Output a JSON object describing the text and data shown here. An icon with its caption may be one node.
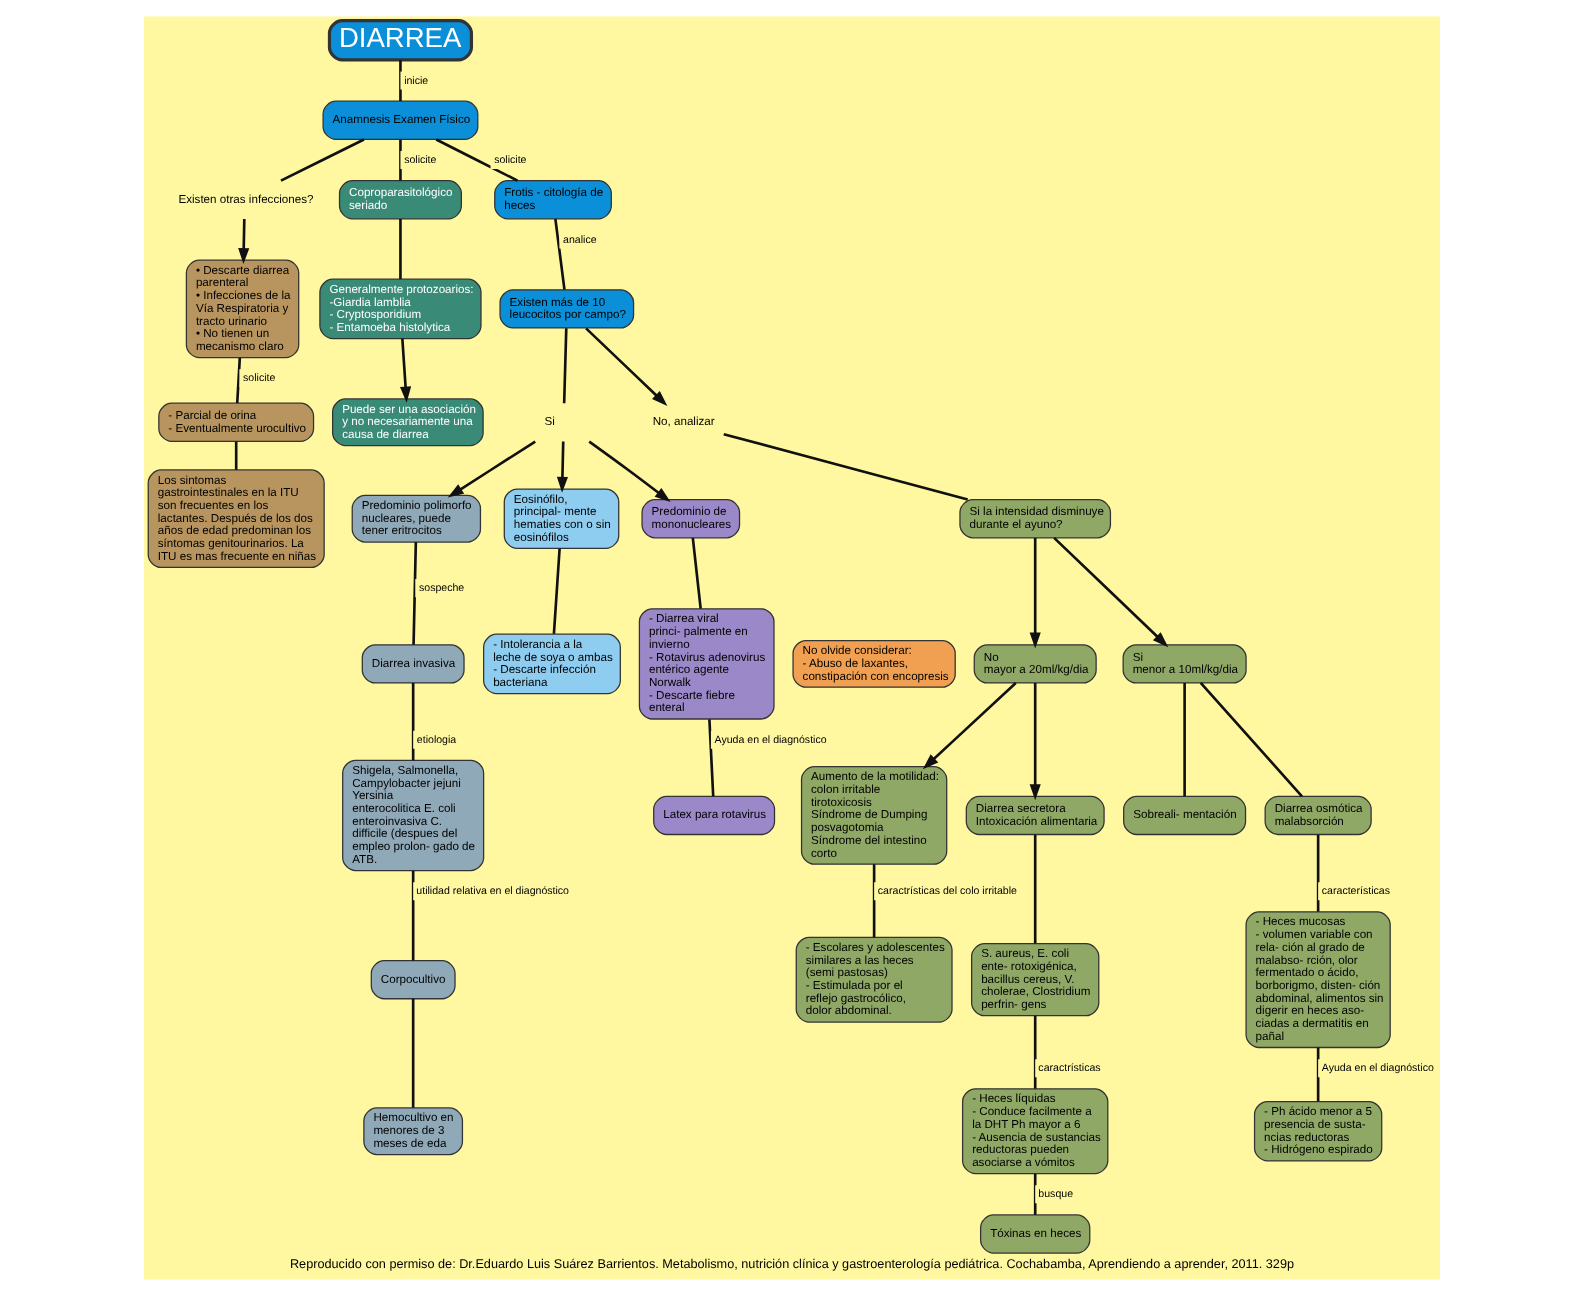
{
  "diagram": {
    "caption": "Reproducido con permiso de: Dr.Eduardo Luis Suárez Barrientos. Metabolismo, nutrición clínica y gastroenterología pediátrica. Cochabamba, Aprendiendo a aprender, 2011. 329p",
    "nodes": [
      {
        "text": [
          "DIARREA"
        ]
      },
      {
        "text": [
          "Anamnesis Examen Físico"
        ]
      },
      {
        "text": [
          "Existen otras infecciones?"
        ]
      },
      {
        "text": [
          "• Descarte diarrea parenteral",
          "• Infecciones de la Vía Respiratoria y tracto urinario",
          "• No tienen un mecanismo claro"
        ]
      },
      {
        "text": [
          "- Parcial de orina",
          "- Eventualmente urocultivo"
        ]
      },
      {
        "text": [
          "Los sintomas gastrointestinales en la ITU son frecuentes en los lactantes. Después de los dos años de edad predominan los síntomas genitourinarios. La ITU es mas frecuente en niñas"
        ]
      },
      {
        "text": [
          "Coproparasitológico seriado"
        ]
      },
      {
        "text": [
          "Generalmente protozoarios:",
          "-Giardia lamblia",
          "- Cryptosporidium",
          "- Entamoeba histolytica"
        ]
      },
      {
        "text": [
          "Puede ser una asociación y no necesariamente una causa de diarrea"
        ]
      },
      {
        "text": [
          "Frotis - citología de heces"
        ]
      },
      {
        "text": [
          "Existen más de 10 leucocitos por campo?"
        ]
      },
      {
        "text": [
          "Si"
        ]
      },
      {
        "text": [
          "Eosinófilo, principal- mente hematies con o sin eosinófilos"
        ]
      },
      {
        "text": [
          "- Intolerancia a la leche de soya o ambas",
          "- Descarte infección bacteriana"
        ]
      },
      {
        "text": [
          "Predominio polimorfo nucleares, puede tener eritrocitos"
        ]
      },
      {
        "text": [
          "Diarrea invasiva"
        ]
      },
      {
        "text": [
          "Shigela, Salmonella, Campylobacter jejuni Yersinia enterocolitica E. coli enteroinvasiva C. difficile (despues del empleo prolon- gado de ATB."
        ]
      },
      {
        "text": [
          "Corpocultivo"
        ]
      },
      {
        "text": [
          "Hemocultivo en menores de 3 meses de eda"
        ]
      },
      {
        "text": [
          "Predominio de mononucleares"
        ]
      },
      {
        "text": [
          "- Diarrea viral princi- palmente en invierno",
          "- Rotavirus adenovirus entérico agente Norwalk",
          "- Descarte fiebre enteral"
        ]
      },
      {
        "text": [
          "Latex para rotavirus"
        ]
      },
      {
        "text": [
          "No olvide considerar:",
          "- Abuso de laxantes, constipación con encopresis"
        ]
      },
      {
        "text": [
          "No, analizar"
        ]
      },
      {
        "text": [
          "Si la intensidad disminuye durante el ayuno?"
        ]
      },
      {
        "text": [
          "Si",
          "menor a 10ml/kg/dia"
        ]
      },
      {
        "text": [
          "Diarrea osmótica malabsorción"
        ]
      },
      {
        "text": [
          "Sobreali- mentación"
        ]
      },
      {
        "text": [
          "- Heces mucosas",
          "- volumen variable con rela- ción al grado de malabso- rción, olor fermentado o ácido, borborigmo, disten- ción abdominal, alimentos sin digerir en heces aso- ciadas a dermatitis en pañal"
        ]
      },
      {
        "text": [
          "- Ph ácido menor a 5 presencia de susta- ncias reductoras",
          "- Hidrógeno espirado"
        ]
      },
      {
        "text": [
          "No",
          "mayor a 20ml/kg/dia"
        ]
      },
      {
        "text": [
          "Diarrea secretora",
          "Intoxicación alimentaria"
        ]
      },
      {
        "text": [
          "S. aureus, E. coli ente- rotoxigénica, bacillus cereus, V. cholerae, Clostridium perfrin- gens"
        ]
      },
      {
        "text": [
          "- Heces líquidas",
          "- Conduce facilmente a la DHT Ph mayor a 6",
          "- Ausencia de sustancias reductoras pueden asociarse a vómitos"
        ]
      },
      {
        "text": [
          "Tóxinas en heces"
        ]
      },
      {
        "text": [
          "Aumento de la motilidad:",
          "colon irritable",
          "tirotoxicosis",
          "Síndrome de Dumping posvagotomia",
          "Síndrome del intestino corto"
        ]
      },
      {
        "text": [
          "- Escolares y adolescentes similares a las heces (semi pastosas)",
          "- Estimulada por el reflejo gastrocólico, dolor abdominal."
        ]
      }
    ],
    "edges": [
      {
        "from": 0,
        "to": 1,
        "arrow": "none",
        "label": "inicie"
      },
      {
        "from": 1,
        "to": 2,
        "arrow": "none"
      },
      {
        "from": 2,
        "to": 3,
        "arrow": "to"
      },
      {
        "from": 3,
        "to": 4,
        "arrow": "none",
        "label": "solicite"
      },
      {
        "from": 4,
        "to": 5,
        "arrow": "none"
      },
      {
        "from": 1,
        "to": 6,
        "arrow": "none",
        "label": "solicite"
      },
      {
        "from": 6,
        "to": 7,
        "arrow": "none"
      },
      {
        "from": 7,
        "to": 8,
        "arrow": "to"
      },
      {
        "from": 1,
        "to": 9,
        "arrow": "none",
        "label": "solicite"
      },
      {
        "from": 9,
        "to": 10,
        "arrow": "none",
        "label": "analice"
      },
      {
        "from": 10,
        "to": 11,
        "arrow": "none"
      },
      {
        "from": 11,
        "to": 12,
        "arrow": "to"
      },
      {
        "from": 12,
        "to": 13,
        "arrow": "none"
      },
      {
        "from": 11,
        "to": 14,
        "arrow": "to"
      },
      {
        "from": 11,
        "to": 19,
        "arrow": "to"
      },
      {
        "from": 14,
        "to": 15,
        "arrow": "none",
        "label": "sospeche"
      },
      {
        "from": 15,
        "to": 16,
        "arrow": "none",
        "label": "etiologia"
      },
      {
        "from": 16,
        "to": 17,
        "arrow": "none",
        "label": "utilidad relativa en el diagnóstico"
      },
      {
        "from": 17,
        "to": 18,
        "arrow": "none"
      },
      {
        "from": 19,
        "to": 20,
        "arrow": "none"
      },
      {
        "from": 20,
        "to": 21,
        "arrow": "none",
        "label": "Ayuda en el diagnóstico"
      },
      {
        "from": 10,
        "to": 23,
        "arrow": "to"
      },
      {
        "from": 23,
        "to": 24,
        "arrow": "none"
      },
      {
        "from": 24,
        "to": 25,
        "arrow": "to"
      },
      {
        "from": 24,
        "to": 30,
        "arrow": "to"
      },
      {
        "from": 25,
        "to": 26,
        "arrow": "none"
      },
      {
        "from": 25,
        "to": 27,
        "arrow": "none"
      },
      {
        "from": 26,
        "to": 28,
        "arrow": "none",
        "label": "características"
      },
      {
        "from": 28,
        "to": 29,
        "arrow": "none",
        "label": "Ayuda en el diagnóstico"
      },
      {
        "from": 30,
        "to": 31,
        "arrow": "to"
      },
      {
        "from": 30,
        "to": 35,
        "arrow": "to"
      },
      {
        "from": 31,
        "to": 32,
        "arrow": "none"
      },
      {
        "from": 32,
        "to": 33,
        "arrow": "none",
        "label": "caractrísticas"
      },
      {
        "from": 33,
        "to": 34,
        "arrow": "none",
        "label": "busque"
      },
      {
        "from": 35,
        "to": 36,
        "arrow": "none",
        "label": "caractrísticas del colo irritable"
      }
    ]
  }
}
